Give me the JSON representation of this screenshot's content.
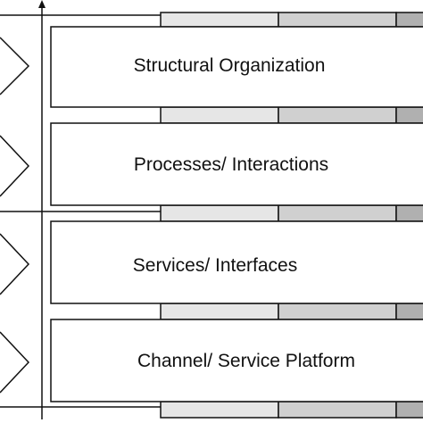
{
  "layers": [
    {
      "label": "Structural Organization"
    },
    {
      "label": "Processes/ Interactions"
    },
    {
      "label": "Services/ Interfaces"
    },
    {
      "label": "Channel/ Service Platform"
    }
  ],
  "colors": {
    "stroke": "#111111",
    "box_fill": "#ffffff",
    "band_light": "#e6e6e6",
    "band_mid": "#d0d0d0",
    "band_dark": "#b0b0b0",
    "background": "#ffffff"
  }
}
